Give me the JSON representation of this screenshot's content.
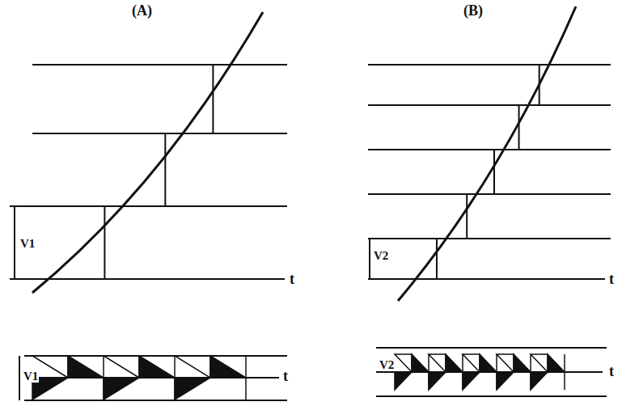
{
  "diagram": {
    "labels": [
      "(A)",
      "(B)",
      "V1",
      "t",
      "V1",
      "t",
      "V2",
      "t",
      "V2",
      "t"
    ]
  }
}
